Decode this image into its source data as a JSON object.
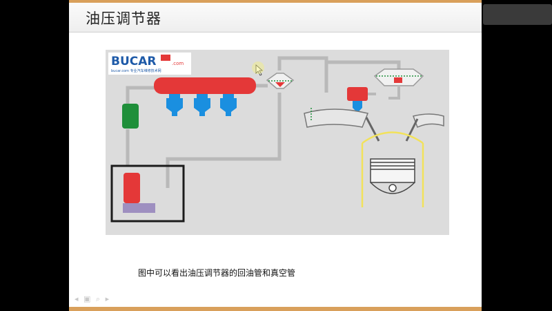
{
  "slide": {
    "title": "油压调节器",
    "caption": "图中可以看出油压调节器的回油管和真空管"
  },
  "logo": {
    "brand": "BUCAR",
    "suffix": ".com",
    "tagline": "bucar.com 专业汽车维修技术网"
  },
  "colors": {
    "background": "#dcdcdc",
    "pipe": "#b9b9b9",
    "rail": "#e43838",
    "injector": "#1a8fe0",
    "filter": "#1f8f3a",
    "pump": "#e43838",
    "engine_outline": "#f2e25a",
    "accent": "#d9a05b"
  }
}
